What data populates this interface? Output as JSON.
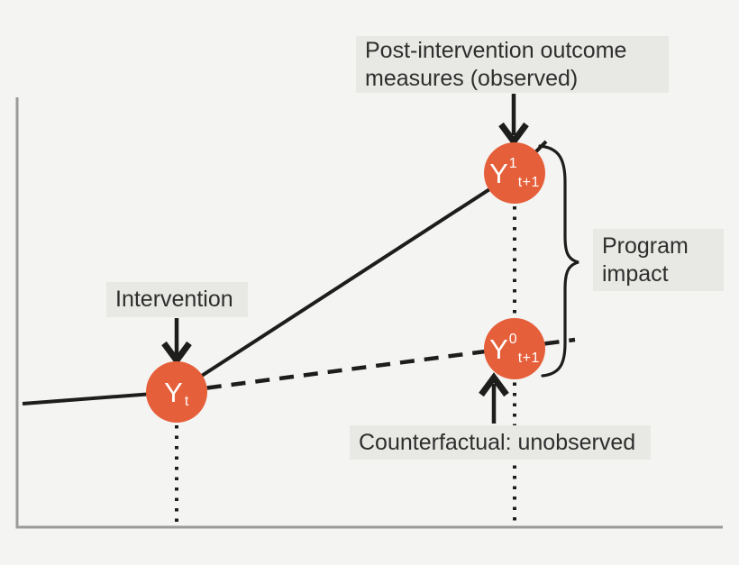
{
  "colors": {
    "background": "#f4f4f3",
    "node_fill": "#e55f3a",
    "node_text": "#ffffff",
    "label_box_bg": "#e8e8e5",
    "label_text": "#2e2e2e",
    "line": "#1d1d1b",
    "axis": "#9b9b9b"
  },
  "labels": {
    "post_intervention": {
      "line1": "Post-intervention outcome",
      "line2": "measures (observed)"
    },
    "intervention": "Intervention",
    "program_impact": {
      "line1": "Program",
      "line2": "impact"
    },
    "counterfactual": "Counterfactual: unobserved"
  },
  "nodes": {
    "y_t": {
      "base": "Y",
      "sup": "",
      "sub": "t"
    },
    "y1_t1": {
      "base": "Y",
      "sup": "1",
      "sub": "t+1"
    },
    "y0_t1": {
      "base": "Y",
      "sup": "0",
      "sub": "t+1"
    }
  }
}
